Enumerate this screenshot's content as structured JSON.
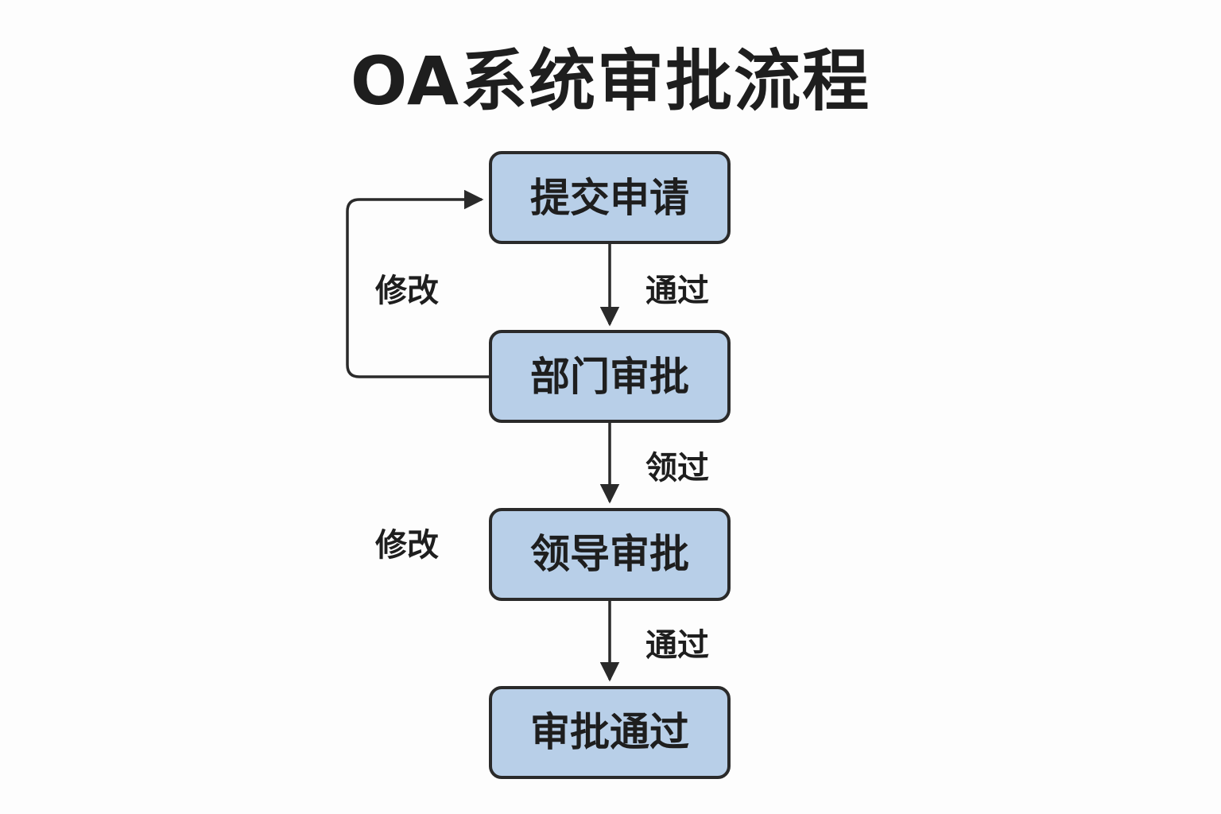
{
  "title": "OA系统审批流程",
  "nodes": [
    {
      "label": "提交申请"
    },
    {
      "label": "部门审批"
    },
    {
      "label": "领导审批"
    },
    {
      "label": "审批通过"
    }
  ],
  "edges": [
    {
      "label": "通过"
    },
    {
      "label": "领过"
    },
    {
      "label": "通过"
    }
  ],
  "loops": [
    {
      "label": "修改"
    },
    {
      "label": "修改"
    }
  ],
  "colors": {
    "node_fill": "#b8cfe8",
    "stroke": "#2a2a2a",
    "text": "#1e1e1e",
    "background": "#fdfdfd"
  }
}
